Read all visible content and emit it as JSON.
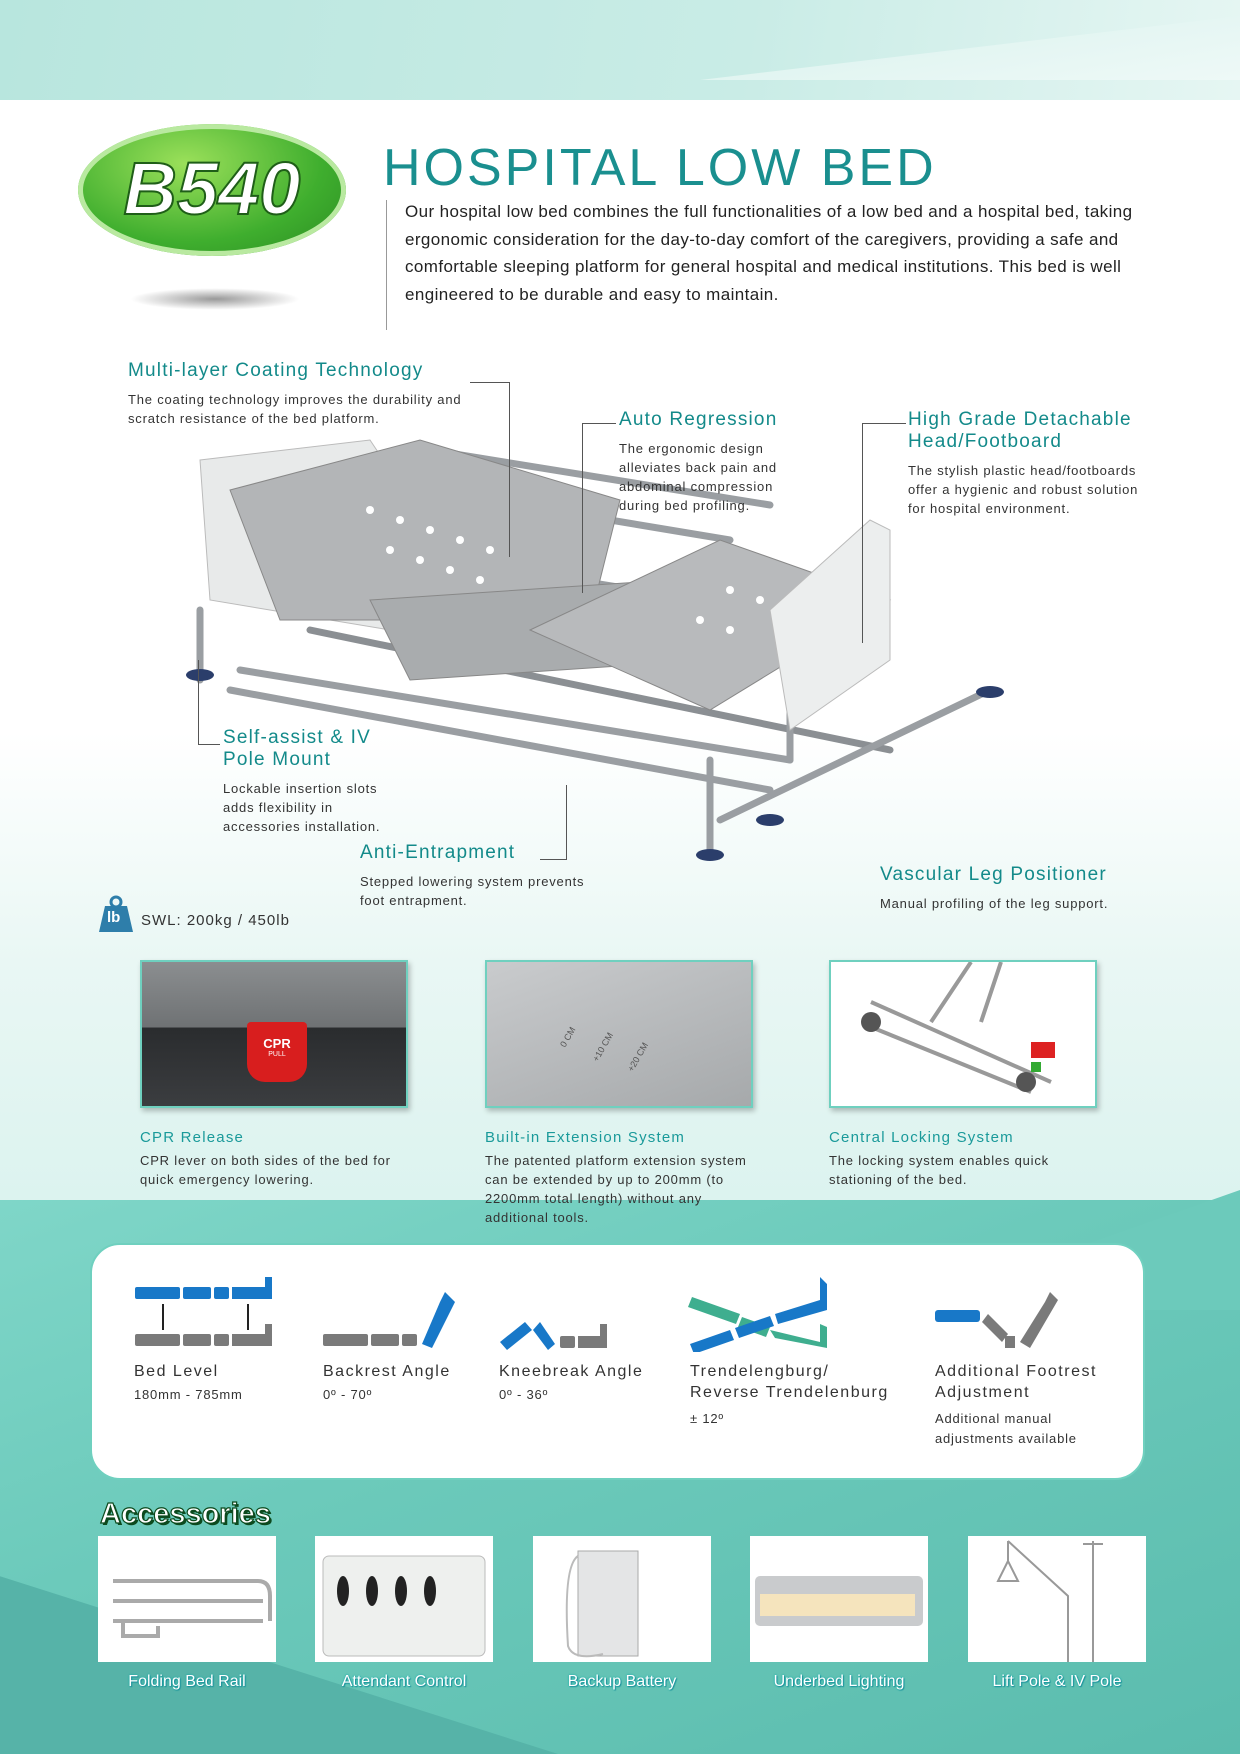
{
  "header": {
    "logo": "B540",
    "title": "HOSPITAL LOW BED",
    "intro": "Our hospital low bed combines the full functionalities of a low bed and a hospital bed, taking ergonomic consideration for the day-to-day comfort of the caregivers, providing a safe and comfortable sleeping platform for general hospital and medical institutions. This bed is well engineered to be durable and easy to maintain."
  },
  "callouts": [
    {
      "title": "Multi-layer Coating Technology",
      "desc": "The coating technology improves the durability and scratch resistance of the bed platform."
    },
    {
      "title": "Auto Regression",
      "desc": "The ergonomic design alleviates back pain and abdominal compression during bed profiling."
    },
    {
      "title": "High Grade Detachable Head/Footboard",
      "desc": "The stylish plastic head/footboards offer a hygienic and robust solution for hospital environment."
    },
    {
      "title": "Self-assist & IV Pole Mount",
      "desc": "Lockable insertion slots adds flexibility in accessories installation."
    },
    {
      "title": "Anti-Entrapment",
      "desc": "Stepped lowering system prevents foot entrapment."
    },
    {
      "title": "Vascular Leg Positioner",
      "desc": "Manual profiling of the leg support."
    }
  ],
  "swl": {
    "icon": "lb",
    "text": "SWL: 200kg / 450lb"
  },
  "features": [
    {
      "title": "CPR Release",
      "desc": "CPR lever on both sides of the bed for quick emergency lowering.",
      "photo_label": "CPR",
      "photo_sub": "PULL"
    },
    {
      "title": "Built-in Extension System",
      "desc": "The patented platform extension system can be extended by up to 200mm (to 2200mm total length) without any additional tools.",
      "marks": [
        "0 CM",
        "+10 CM",
        "+20 CM"
      ]
    },
    {
      "title": "Central Locking System",
      "desc": "The locking system enables quick stationing of the bed."
    }
  ],
  "functions": [
    {
      "label": "Bed Level",
      "value": "180mm - 785mm"
    },
    {
      "label": "Backrest Angle",
      "value": "0º - 70º"
    },
    {
      "label": "Kneebreak Angle",
      "value": "0º - 36º"
    },
    {
      "label": "Trendelengburg/ Reverse Trendelenburg",
      "value": "± 12º"
    },
    {
      "label": "Additional Footrest Adjustment",
      "value": "Additional manual adjustments available"
    }
  ],
  "colors": {
    "blue": "#1878c8",
    "gray": "#7a7a7a",
    "green": "#3fae8f",
    "teal": "#1a8f8f"
  },
  "accessories": {
    "heading": "Accessories",
    "items": [
      "Folding Bed Rail",
      "Attendant Control",
      "Backup Battery",
      "Underbed Lighting",
      "Lift Pole & IV Pole"
    ]
  }
}
